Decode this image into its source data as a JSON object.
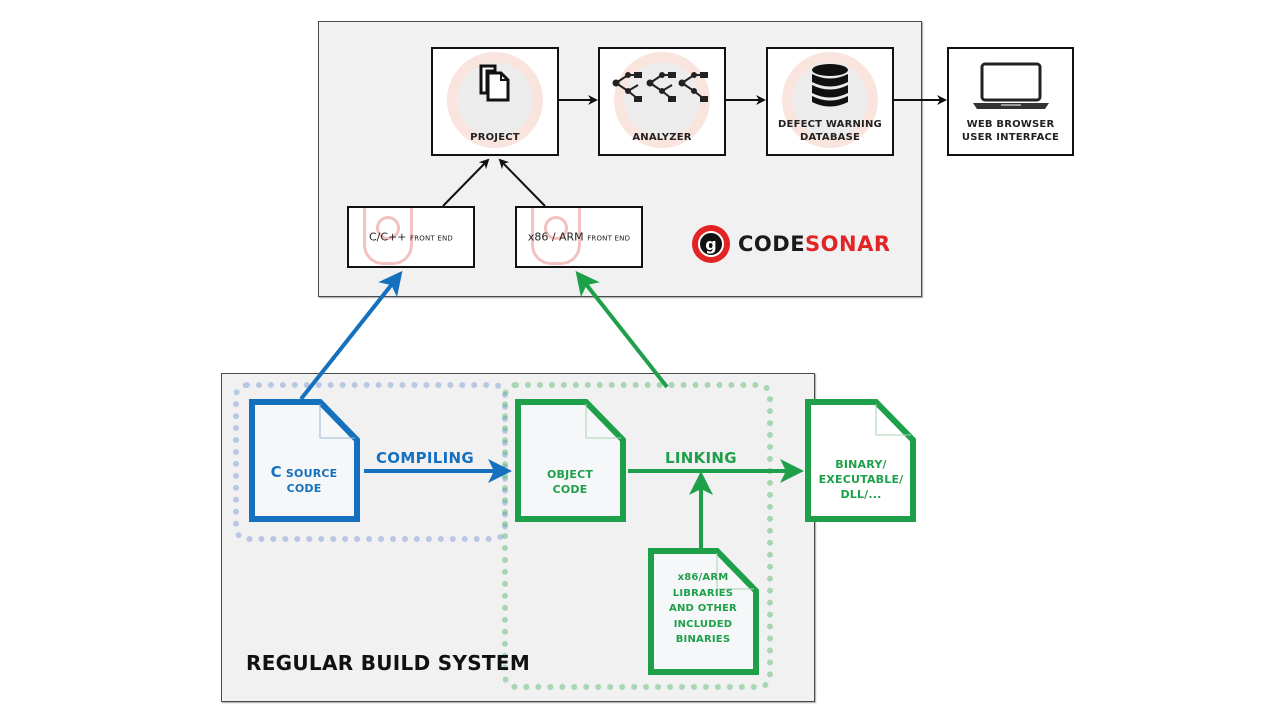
{
  "diagram": {
    "codesonar_panel": {
      "boxes": [
        {
          "id": "project",
          "label": "PROJECT",
          "icon": "documents-icon"
        },
        {
          "id": "analyzer",
          "label": "ANALYZER",
          "icon": "graph-network-icon"
        },
        {
          "id": "database",
          "label_line1": "DEFECT WARNING",
          "label_line2": "DATABASE",
          "icon": "database-icon"
        }
      ],
      "front_ends": [
        {
          "id": "c-front-end",
          "label_main": "C/C++",
          "label_small": "FRONT END"
        },
        {
          "id": "x86-front-end",
          "label_main": "x86 / ARM",
          "label_small": "FRONT END"
        }
      ],
      "logo": {
        "word_dark": "CODE",
        "word_red": "SONAR",
        "mark_glyph": "g"
      }
    },
    "external_box": {
      "id": "browser",
      "label_line1": "WEB BROWSER",
      "label_line2": "USER INTERFACE",
      "icon": "laptop-icon"
    },
    "build_system": {
      "title": "REGULAR BUILD SYSTEM",
      "documents": [
        {
          "id": "c-source",
          "label_big": "C",
          "label_rest": "SOURCE",
          "label_line2": "CODE"
        },
        {
          "id": "object-code",
          "label_line1": "OBJECT",
          "label_line2": "CODE"
        },
        {
          "id": "binary",
          "label_line1": "BINARY/",
          "label_line2": "EXECUTABLE/",
          "label_line3": "DLL/..."
        },
        {
          "id": "libraries",
          "label_line1": "x86/ARM",
          "label_line2": "LIBRARIES",
          "label_line3": "AND OTHER",
          "label_line4": "INCLUDED",
          "label_line5": "BINARIES"
        }
      ],
      "flows": {
        "compiling": "COMPILING",
        "linking": "LINKING"
      }
    },
    "colors": {
      "blue": "#1570be",
      "green": "#1ea04a",
      "red": "#e22424",
      "black": "#111111",
      "panel_bg": "#f1f1f2"
    }
  }
}
